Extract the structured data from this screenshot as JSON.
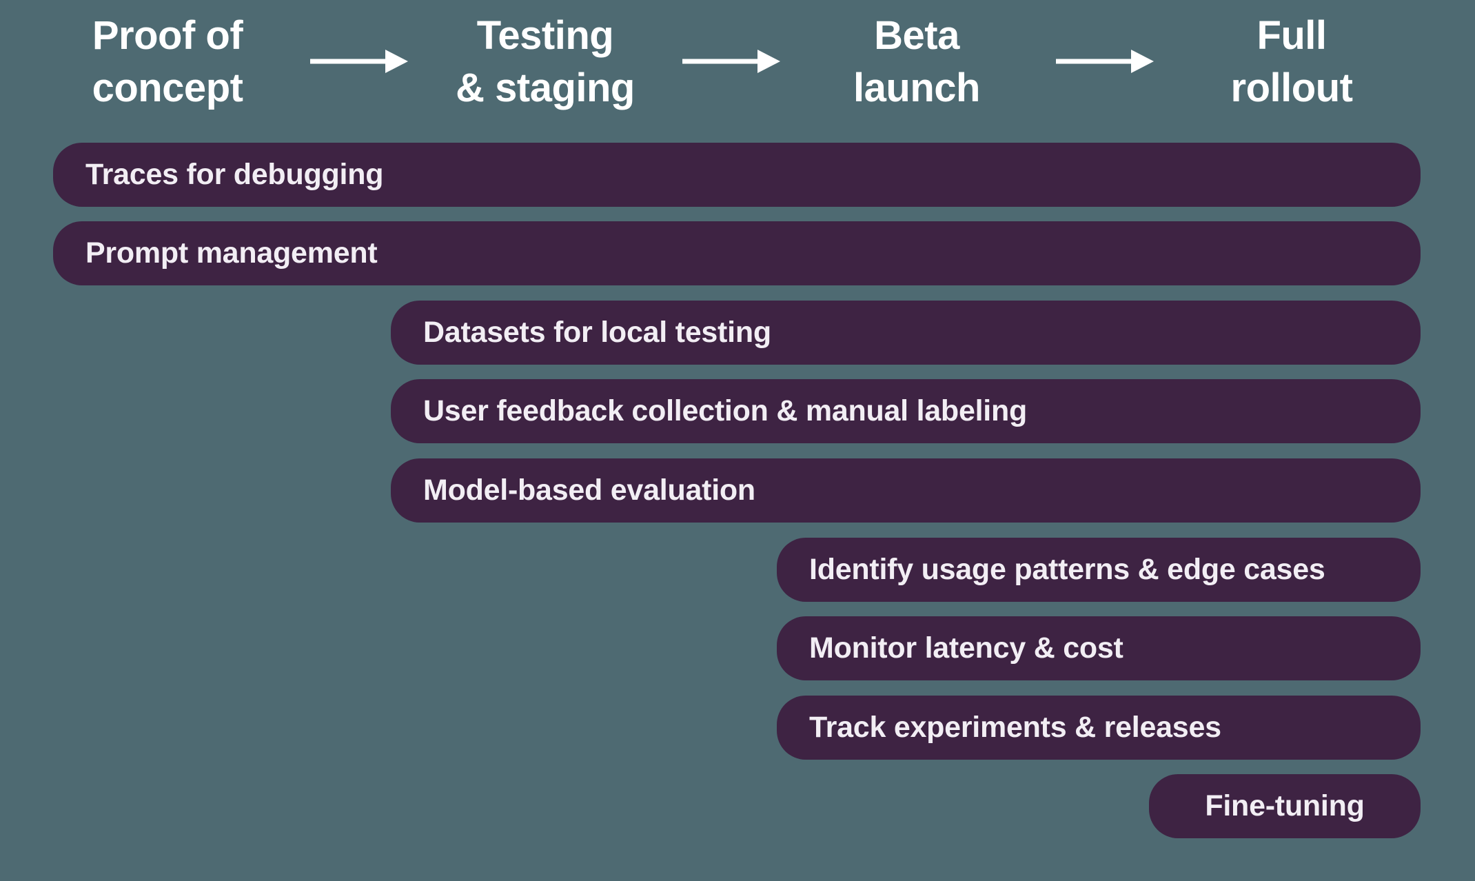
{
  "colors": {
    "background": "#4e6a72",
    "bar": "#3e2343",
    "bar_text": "#f2eef4",
    "header_text": "#ffffff",
    "arrow": "#ffffff"
  },
  "stages": [
    {
      "line1": "Proof of",
      "line2": "concept"
    },
    {
      "line1": "Testing",
      "line2": "& staging"
    },
    {
      "line1": "Beta",
      "line2": "launch"
    },
    {
      "line1": "Full",
      "line2": "rollout"
    }
  ],
  "bars": [
    {
      "label": "Traces for debugging",
      "start_stage": "Proof of concept",
      "end_stage": "Full rollout"
    },
    {
      "label": "Prompt management",
      "start_stage": "Proof of concept",
      "end_stage": "Full rollout"
    },
    {
      "label": "Datasets for local testing",
      "start_stage": "Testing & staging",
      "end_stage": "Full rollout"
    },
    {
      "label": "User feedback collection & manual labeling",
      "start_stage": "Testing & staging",
      "end_stage": "Full rollout"
    },
    {
      "label": "Model-based evaluation",
      "start_stage": "Testing & staging",
      "end_stage": "Full rollout"
    },
    {
      "label": "Identify usage patterns & edge cases",
      "start_stage": "Beta launch",
      "end_stage": "Full rollout"
    },
    {
      "label": "Monitor latency & cost",
      "start_stage": "Beta launch",
      "end_stage": "Full rollout"
    },
    {
      "label": "Track experiments & releases",
      "start_stage": "Beta launch",
      "end_stage": "Full rollout"
    },
    {
      "label": "Fine-tuning",
      "start_stage": "Full rollout",
      "end_stage": "Full rollout"
    }
  ]
}
